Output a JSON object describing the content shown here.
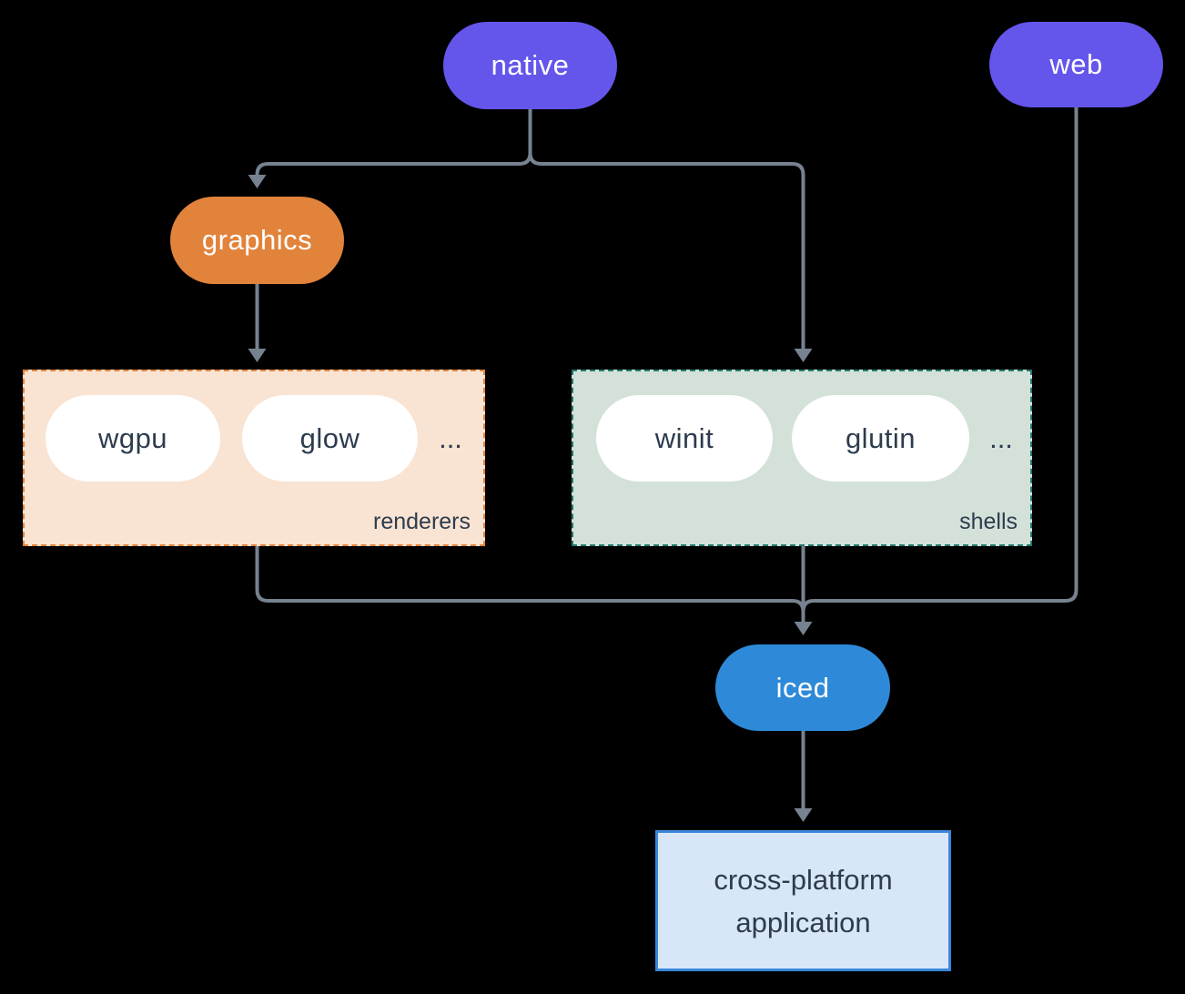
{
  "colors": {
    "background": "#000000",
    "connector": "#76828f",
    "node_purple": "#6456eb",
    "node_orange": "#e2833c",
    "node_blue": "#2e8ad8",
    "inner_pill": "#ffffff",
    "dark_text": "#2d3c4e",
    "renderers_bg": "#f9e3d2",
    "renderers_border": "#e2833c",
    "shells_bg": "#d3e1d9",
    "shells_border": "#1f7a6e",
    "application_bg": "#d8e7f8",
    "application_border": "#3a86d8"
  },
  "nodes": {
    "native": {
      "label": "native"
    },
    "web": {
      "label": "web"
    },
    "graphics": {
      "label": "graphics"
    },
    "iced": {
      "label": "iced"
    },
    "application": {
      "label": "cross-platform application"
    }
  },
  "groups": {
    "renderers": {
      "label": "renderers",
      "items": [
        "wgpu",
        "glow"
      ],
      "ellipsis": "..."
    },
    "shells": {
      "label": "shells",
      "items": [
        "winit",
        "glutin"
      ],
      "ellipsis": "..."
    }
  }
}
